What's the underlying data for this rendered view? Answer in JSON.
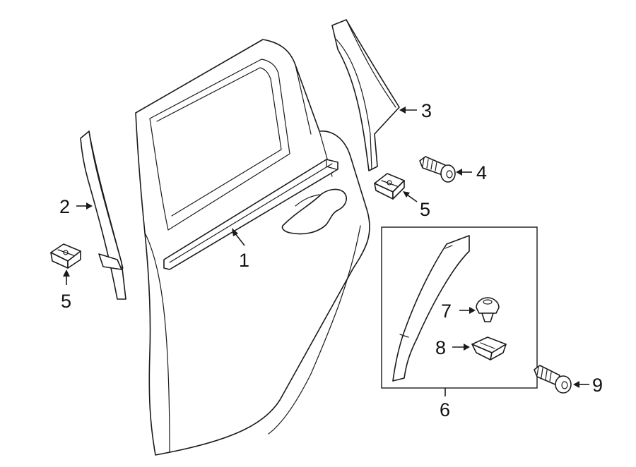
{
  "callouts": {
    "c1": "1",
    "c2": "2",
    "c3": "3",
    "c4": "4",
    "c5_right": "5",
    "c5_left": "5",
    "c6": "6",
    "c7": "7",
    "c8": "8",
    "c9": "9"
  },
  "colors": {
    "line": "#1a1a1a",
    "background": "#ffffff"
  }
}
